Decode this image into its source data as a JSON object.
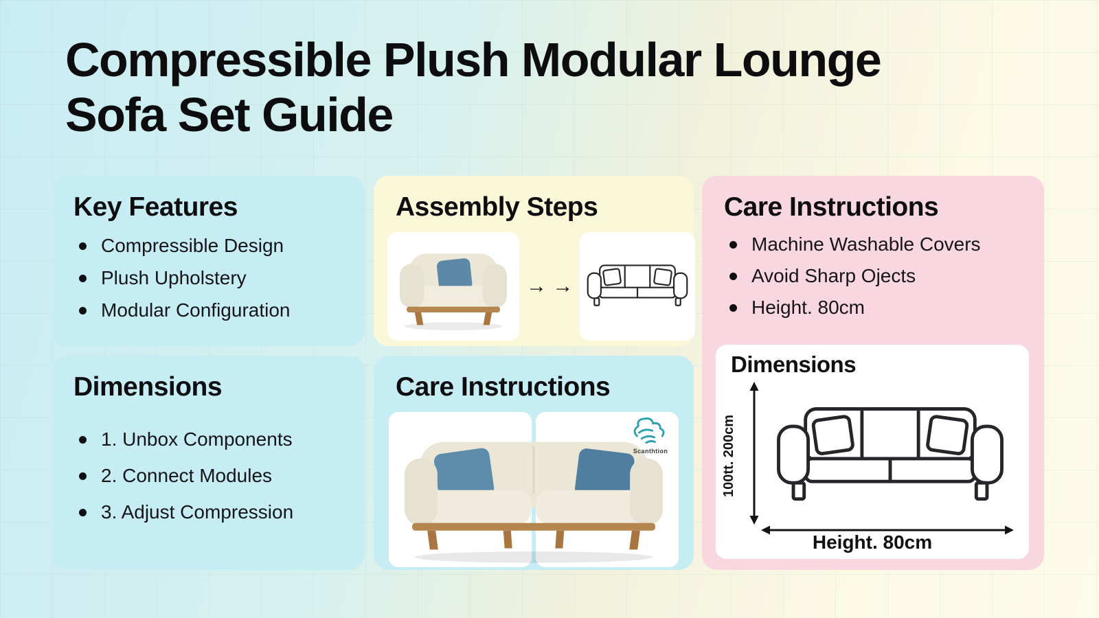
{
  "title": {
    "line1": "Compressible Plush Modular Lounge",
    "line2": "Sofa Set Guide"
  },
  "panels": {
    "key_features": {
      "title": "Key Features",
      "items": [
        "Compressible Design",
        "Plush Upholstery",
        "Modular Configuration"
      ]
    },
    "assembly_steps": {
      "title": "Assembly Steps",
      "arrows": "→ →"
    },
    "care_right": {
      "title": "Care Instructions",
      "items": [
        "Machine Washable Covers",
        "Avoid Sharp Ojects",
        "Height. 80cm"
      ],
      "dimensions_card": {
        "title": "Dimensions",
        "vertical_label": "100tt. 200cm",
        "horizontal_label": "Height. 80cm"
      }
    },
    "dimensions_left": {
      "title": "Dimensions",
      "items": [
        "1. Unbox Components",
        "2. Connect Modules",
        "3. Adjust Compression"
      ]
    },
    "care_middle": {
      "title": "Care Instructions",
      "icon_caption": "Scanthtion"
    }
  },
  "colors": {
    "panel_cyan": "#c7edf4",
    "panel_yellow": "#fbf7d9",
    "panel_pink": "#f8d7e1",
    "pillow_blue": "#5d89a6",
    "sofa_cream": "#ece6d7",
    "wood": "#b5854e",
    "teal_icon": "#2d9fb0",
    "text": "#101013"
  }
}
